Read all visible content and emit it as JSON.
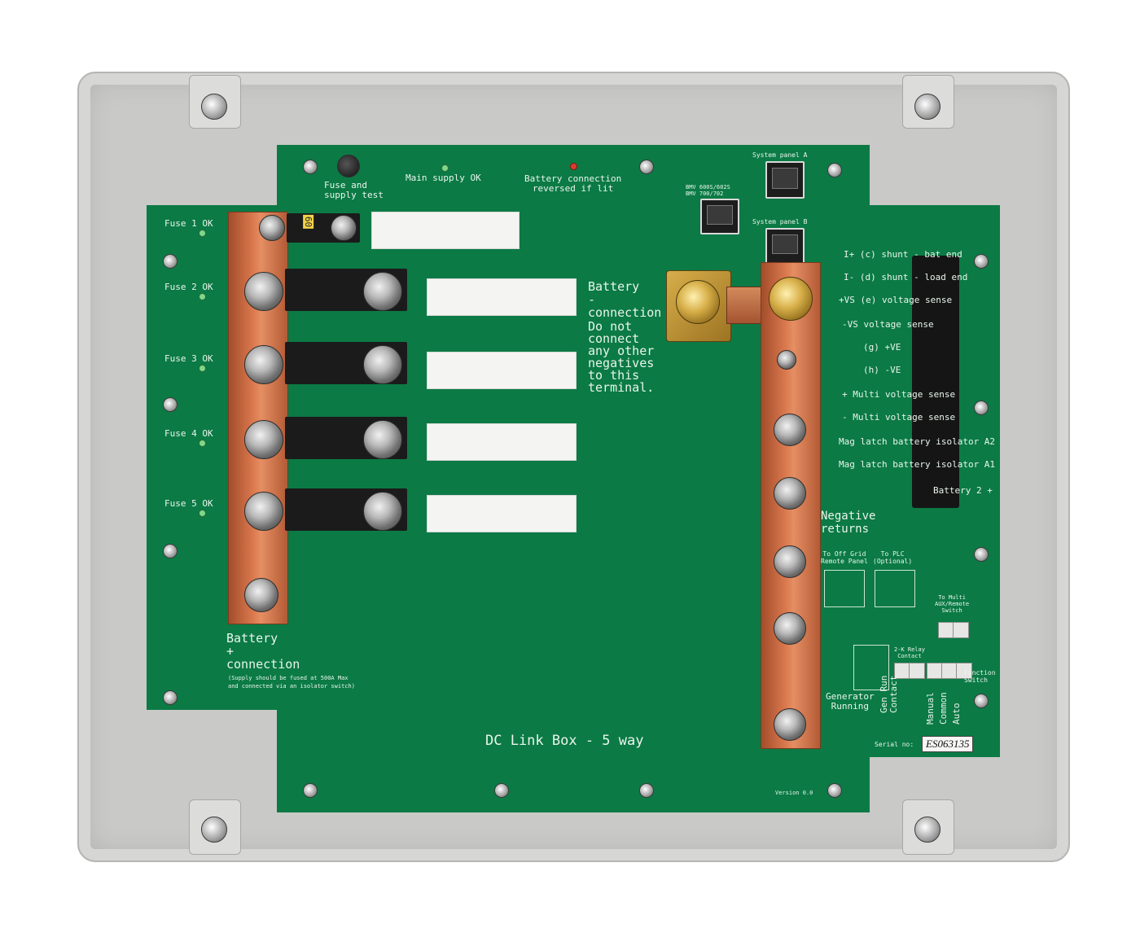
{
  "board": {
    "fuse_supply_test": "Fuse and\nsupply test",
    "main_supply_ok": "Main supply OK",
    "battery_reversed": "Battery connection\nreversed if lit",
    "system_panel_a": "System panel A",
    "system_panel_b": "System panel B",
    "bmv_label": "BMV 600S/602S\nBMV 700/702",
    "fuse_labels": [
      "Fuse 1 OK",
      "Fuse 2 OK",
      "Fuse 3 OK",
      "Fuse 4 OK",
      "Fuse 5 OK"
    ],
    "fuse1_value": "60",
    "battery_neg_title": "Battery\n-\nconnection",
    "battery_neg_note": "Do not\nconnect\nany other\nnegatives\nto this\nterminal.",
    "battery_pos_title": "Battery\n+\nconnection",
    "battery_pos_note": "(Supply should be fused at 500A Max\nand connected via an isolator switch)",
    "negative_returns": "Negative\nreturns",
    "pin_labels": [
      "I+ (c) shunt - bat end",
      "I- (d) shunt - load end",
      "+VS (e) voltage sense",
      "-VS voltage sense",
      "(g) +VE",
      "(h) -VE",
      "+ Multi voltage sense",
      "- Multi voltage sense",
      "Mag latch battery isolator A2",
      "Mag latch battery isolator A1",
      "Battery 2 +"
    ],
    "to_off_grid": "To Off Grid\nRemote Panel",
    "to_plc": "To PLC\n(Optional)",
    "to_multi": "To Multi\nAUX/Remote\nSwitch",
    "relay_contact": "2-K Relay\nContact",
    "function_switch": "Function\nSwitch",
    "generator_running": "Generator\nRunning",
    "gen_run_contact": "Gen Run\nContact",
    "manual_common_auto": [
      "Manual",
      "Common",
      "Auto"
    ],
    "title": "DC Link Box - 5 way",
    "version": "Version 0.0",
    "serial_label": "Serial no:",
    "serial_value": "ES063135"
  }
}
